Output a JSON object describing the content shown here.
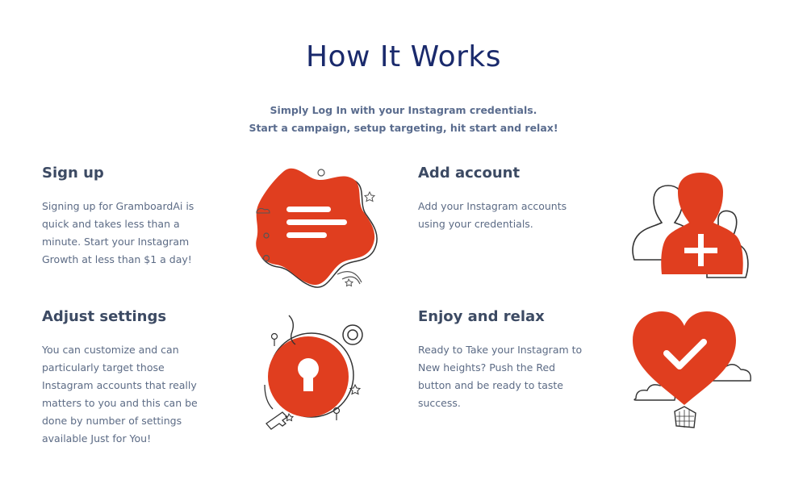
{
  "header": {
    "title": "How It Works",
    "subtitle_line1": "Simply Log In with your Instagram credentials.",
    "subtitle_line2": "Start a campaign, setup targeting, hit start and relax!"
  },
  "steps": [
    {
      "title": "Sign up",
      "description": "Signing up for GramboardAi is quick and takes less than a minute. Start your Instagram Growth at less than $1 a day!",
      "icon": "message-blob-icon"
    },
    {
      "title": "Add account",
      "description": "Add your Instagram accounts using your credentials.",
      "icon": "add-user-icon"
    },
    {
      "title": "Adjust settings",
      "description": "You can customize and can particularly target those Instagram accounts that really matters to you and this can be done by number of settings available Just for You!",
      "icon": "keyhole-lock-icon"
    },
    {
      "title": "Enjoy and relax",
      "description": "Ready to Take your Instagram to New heights? Push the Red button and be ready to taste success.",
      "icon": "heart-balloon-icon"
    }
  ],
  "colors": {
    "accent": "#e03e1f",
    "title": "#1a2a6c",
    "text": "#5c6b85",
    "heading": "#3c4a63"
  }
}
